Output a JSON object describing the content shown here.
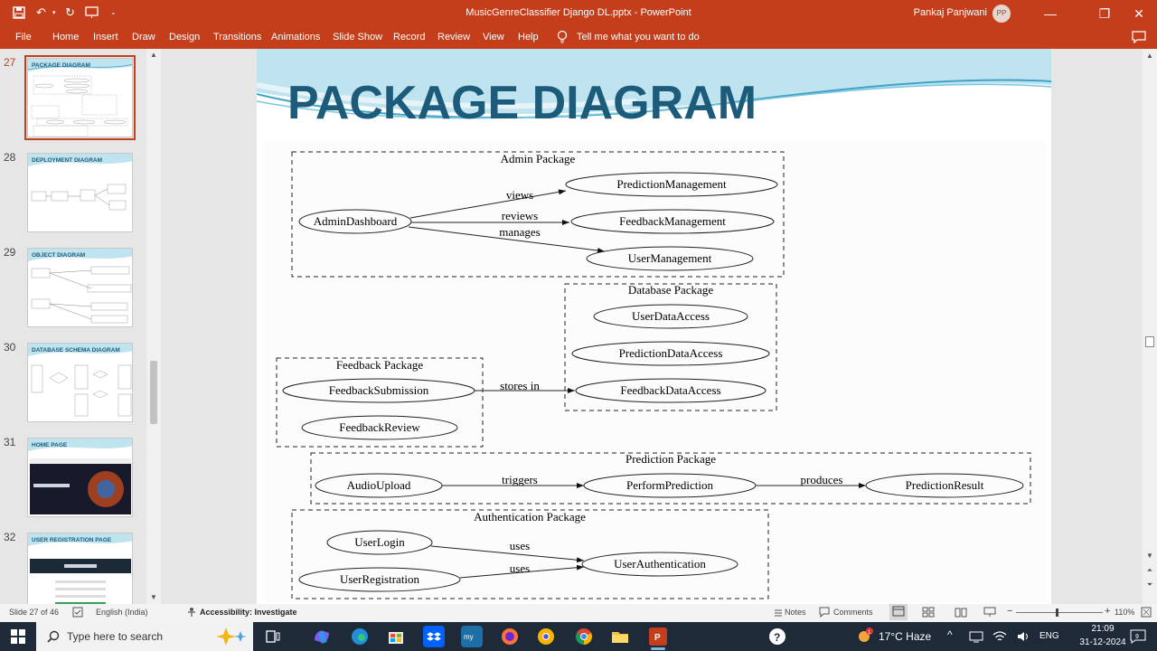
{
  "app": {
    "window_title": "MusicGenreClassifier Django DL.pptx  -  PowerPoint",
    "user_name": "Pankaj Panjwani",
    "user_initials": "PP",
    "accent_color": "#c43e1c",
    "title_color": "#1c5c7a"
  },
  "ribbon": {
    "file": "File",
    "tabs": [
      "Home",
      "Insert",
      "Draw",
      "Design",
      "Transitions",
      "Animations",
      "Slide Show",
      "Record",
      "Review",
      "View",
      "Help"
    ],
    "tell_me": "Tell me what you want to do"
  },
  "thumbnails": [
    {
      "number": "27",
      "title": "PACKAGE DIAGRAM",
      "active": true
    },
    {
      "number": "28",
      "title": "DEPLOYMENT DIAGRAM",
      "active": false
    },
    {
      "number": "29",
      "title": "OBJECT DIAGRAM",
      "active": false
    },
    {
      "number": "30",
      "title": "DATABASE SCHEMA DIAGRAM",
      "active": false
    },
    {
      "number": "31",
      "title": "HOME PAGE",
      "active": false
    },
    {
      "number": "32",
      "title": "USER REGISTRATION PAGE",
      "active": false
    }
  ],
  "slide": {
    "title": "PACKAGE DIAGRAM",
    "packages": {
      "admin": {
        "label": "Admin Package",
        "nodes": [
          "AdminDashboard",
          "PredictionManagement",
          "FeedbackManagement",
          "UserManagement"
        ],
        "edges": [
          "views",
          "reviews",
          "manages"
        ]
      },
      "database": {
        "label": "Database Package",
        "nodes": [
          "UserDataAccess",
          "PredictionDataAccess",
          "FeedbackDataAccess"
        ]
      },
      "feedback": {
        "label": "Feedback Package",
        "nodes": [
          "FeedbackSubmission",
          "FeedbackReview"
        ]
      },
      "prediction": {
        "label": "Prediction Package",
        "nodes": [
          "AudioUpload",
          "PerformPrediction",
          "PredictionResult"
        ],
        "edges": [
          "triggers",
          "produces"
        ]
      },
      "auth": {
        "label": "Authentication Package",
        "nodes": [
          "UserLogin",
          "UserRegistration",
          "UserAuthentication"
        ],
        "edges": [
          "uses",
          "uses"
        ]
      }
    },
    "cross_edge": "stores in"
  },
  "statusbar": {
    "slide_info": "Slide 27 of 46",
    "language": "English (India)",
    "accessibility": "Accessibility: Investigate",
    "notes": "Notes",
    "comments": "Comments",
    "zoom": "110%"
  },
  "taskbar": {
    "search_placeholder": "Type here to search",
    "weather": "17°C  Haze",
    "lang": "ENG",
    "time": "21:09",
    "date": "31-12-2024",
    "notification_count": "9"
  }
}
